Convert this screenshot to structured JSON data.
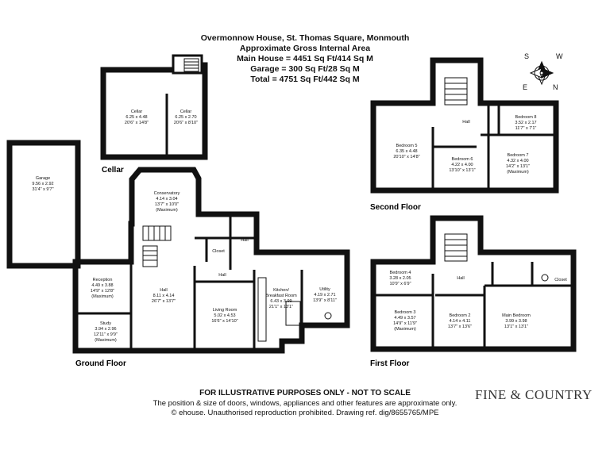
{
  "header": {
    "title": "Overmonnow House, St. Thomas Square, Monmouth",
    "subtitle": "Approximate Gross Internal Area",
    "main_house": "Main House = 4451 Sq Ft/414 Sq M",
    "garage": "Garage = 300 Sq Ft/28 Sq M",
    "total": "Total = 4751 Sq Ft/442 Sq M"
  },
  "compass": {
    "labels": [
      "S",
      "W",
      "E",
      "N"
    ]
  },
  "floors": {
    "cellar": "Cellar",
    "ground": "Ground Floor",
    "first": "First Floor",
    "second": "Second Floor"
  },
  "rooms": {
    "cellar1": [
      "Cellar",
      "6.25 x 4.48",
      "20'6\" x 14'8\""
    ],
    "cellar2": [
      "Cellar",
      "6.25 x 2.70",
      "20'6\" x 8'10\""
    ],
    "garage": [
      "Garage",
      "9.56 x 2.92",
      "31'4\" x 9'7\""
    ],
    "conservatory": [
      "Conservatory",
      "4.14 x 3.04",
      "13'7\" x 10'0\"",
      "(Maximum)"
    ],
    "reception": [
      "Reception",
      "4.49 x 3.88",
      "14'9\" x 12'8\"",
      "(Maximum)"
    ],
    "study": [
      "Study",
      "3.94 x 2.96",
      "12'11\" x 9'9\"",
      "(Maximum)"
    ],
    "hall_ground": [
      "Hall",
      "8.11 x 4.14",
      "26'7\" x 13'7\""
    ],
    "living": [
      "Living Room",
      "5.02 x 4.53",
      "16'6\" x 14'10\""
    ],
    "kitchen": [
      "Kitchen/",
      "Breakfast Room",
      "6.43 x 3.99",
      "21'1\" x 13'1\""
    ],
    "utility": [
      "Utility",
      "4.19 x 2.71",
      "13'9\" x 8'11\""
    ],
    "closet_ground": "Closet",
    "hall_small_a": "Hall",
    "hall_small_b": "Hall",
    "bed5": [
      "Bedroom 5",
      "6.35 x 4.48",
      "20'10\" x 14'8\""
    ],
    "bed6": [
      "Bedroom 6",
      "4.22 x 4.00",
      "13'10\" x 13'1\""
    ],
    "bed7": [
      "Bedroom 7",
      "4.32 x 4.00",
      "14'2\" x 13'1\"",
      "(Maximum)"
    ],
    "bed8": [
      "Bedroom 8",
      "3.52 x 2.17",
      "11'7\" x 7'1\""
    ],
    "hall_second": "Hall",
    "bed4": [
      "Bedroom 4",
      "3.28 x 2.05",
      "10'9\" x 6'9\""
    ],
    "bed3": [
      "Bedroom 3",
      "4.49 x 3.57",
      "14'9\" x 11'9\"",
      "(Maximum)"
    ],
    "bed2": [
      "Bedroom 2",
      "4.14 x 4.11",
      "13'7\" x 13'6\""
    ],
    "main_bed": [
      "Main Bedroom",
      "3.99 x 3.98",
      "13'1\" x 13'1\""
    ],
    "hall_first": "Hall",
    "closet_first": "Closet"
  },
  "footer": {
    "notice": "FOR ILLUSTRATIVE PURPOSES ONLY - NOT TO SCALE",
    "disclaimer": "The position & size of doors, windows, appliances and other features are approximate only.",
    "copyright": "© ehouse. Unauthorised reproduction prohibited. Drawing ref. dig/8655765/MPE"
  },
  "brand": "FINE & COUNTRY"
}
